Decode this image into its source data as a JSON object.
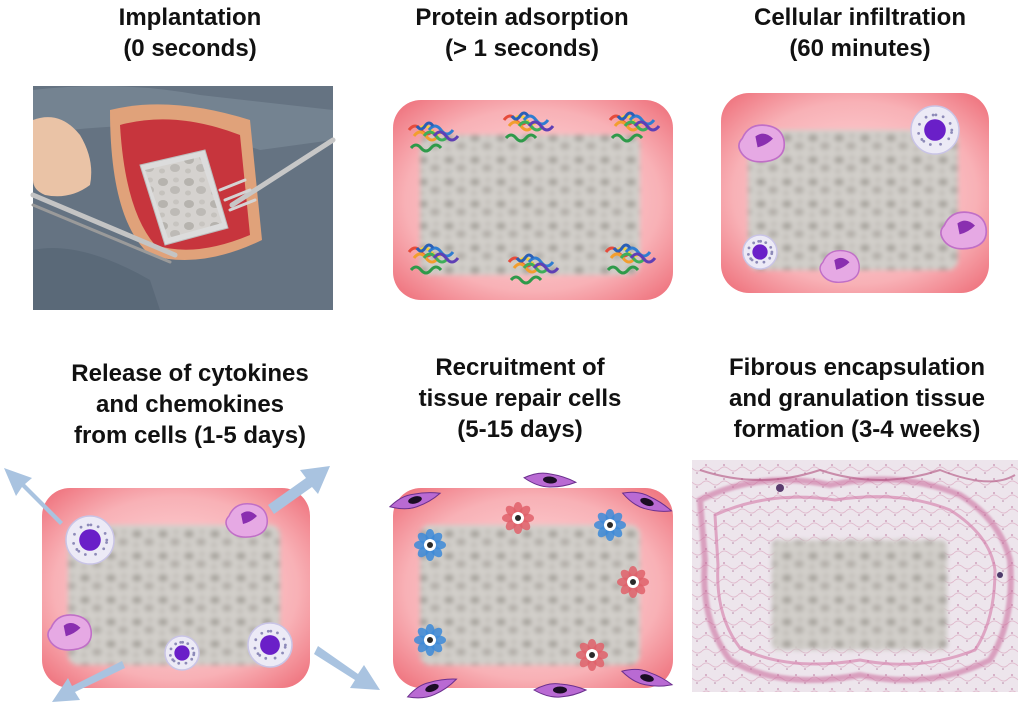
{
  "stages": [
    {
      "id": "implantation",
      "title": "Implantation\n(0 seconds)"
    },
    {
      "id": "protein",
      "title": "Protein adsorption\n(> 1 seconds)"
    },
    {
      "id": "infiltration",
      "title": "Cellular infiltration\n(60 minutes)"
    },
    {
      "id": "release",
      "title": "Release of cytokines\nand chemokines\nfrom cells (1-5 days)"
    },
    {
      "id": "recruitment",
      "title": "Recruitment of\ntissue repair cells\n(5-15 days)"
    },
    {
      "id": "fibrous",
      "title": "Fibrous encapsulation\nand granulation tissue\nformation (3-4 weeks)"
    }
  ],
  "colors": {
    "tissue_pink": "#f6a0a6",
    "tissue_edge": "#f07d86",
    "scaffold": "#c9c6c1",
    "nucleus": "#6a1fc8",
    "macrophage": "#c86fd0",
    "fibroblast": "#5a2a78",
    "arrow": "#a9c3e0"
  }
}
